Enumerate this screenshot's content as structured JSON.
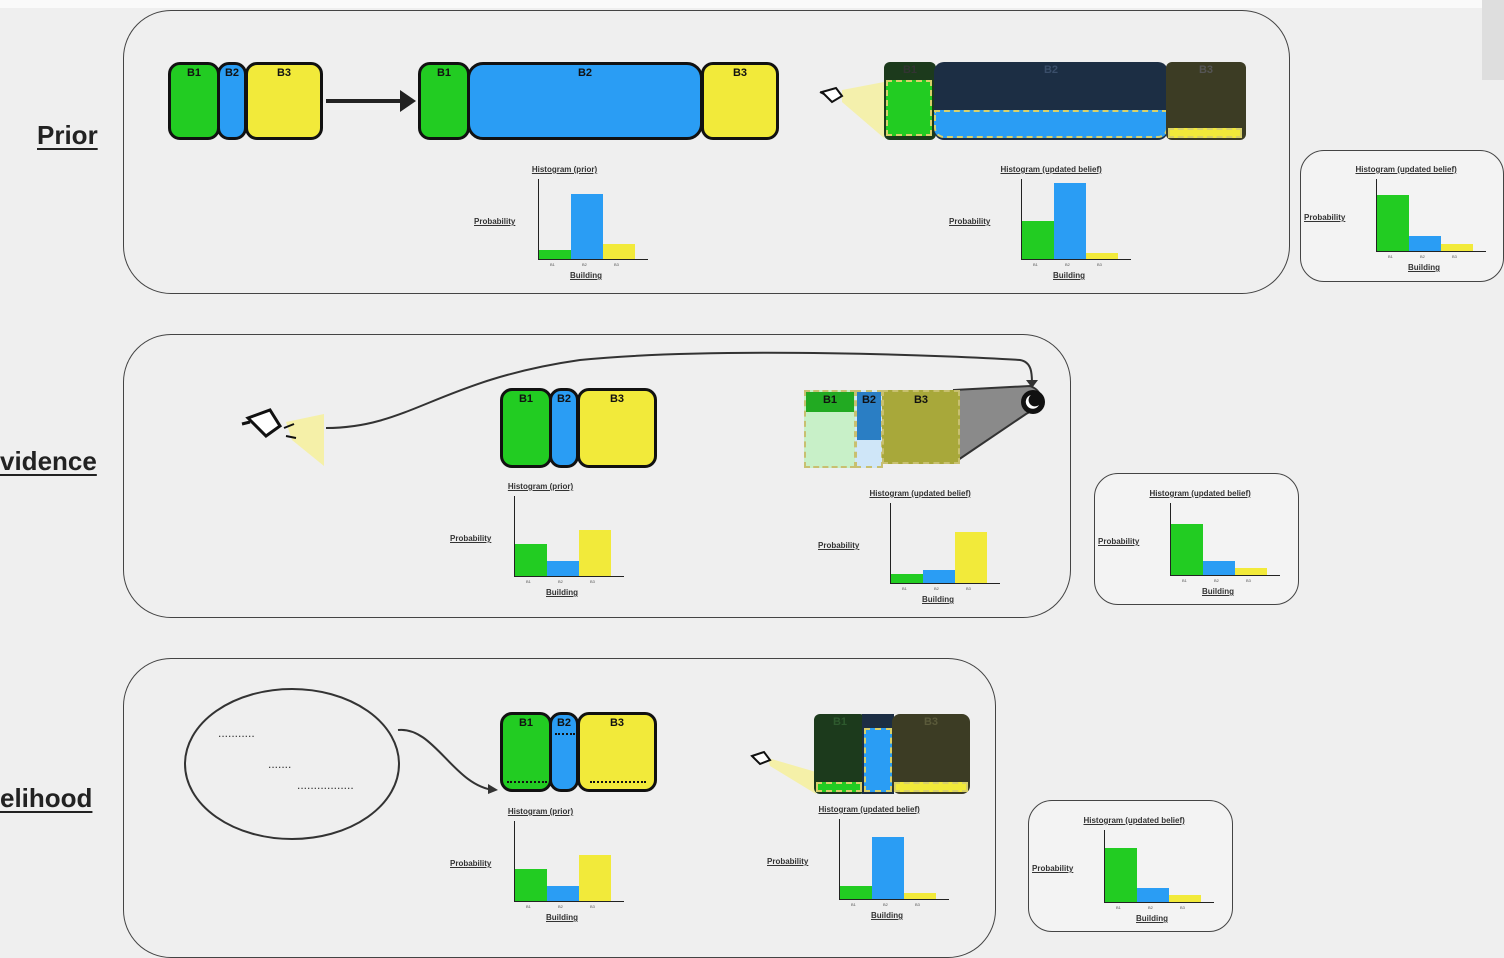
{
  "rows": {
    "prior": {
      "label": "Prior"
    },
    "evidence": {
      "label": "vidence"
    },
    "likelihood": {
      "label": "elihood"
    }
  },
  "blocks": {
    "b1": "B1",
    "b2": "B2",
    "b3": "B3"
  },
  "colors": {
    "b1": "#22cc22",
    "b2": "#2a9df4",
    "b3": "#f2ea3a",
    "panel_border": "#444444",
    "background": "#efefef"
  },
  "icons": [
    "flashlight-icon",
    "arrow-right-icon",
    "moon-icon",
    "thought-bubble-icon"
  ],
  "thought_bubble": {
    "line1": "...........",
    "line2": ".......",
    "line3": "................."
  },
  "histograms": [
    {
      "id": "prior-1",
      "title": "Histogram (prior)",
      "ylabel": "Probability",
      "xlabel": "Building",
      "ticks": [
        "B1",
        "B2",
        "B3"
      ],
      "values": [
        0.12,
        0.85,
        0.2
      ]
    },
    {
      "id": "prior-2",
      "title": "Histogram (updated belief)",
      "ylabel": "Probability",
      "xlabel": "Building",
      "ticks": [
        "B1",
        "B2",
        "B3"
      ],
      "values": [
        0.5,
        1.0,
        0.08
      ]
    },
    {
      "id": "prior-card",
      "title": "Histogram (updated belief)",
      "ylabel": "Probability",
      "xlabel": "Building",
      "ticks": [
        "B1",
        "B2",
        "B3"
      ],
      "values": [
        0.82,
        0.22,
        0.1
      ]
    },
    {
      "id": "evidence-1",
      "title": "Histogram (prior)",
      "ylabel": "Probability",
      "xlabel": "Building",
      "ticks": [
        "B1",
        "B2",
        "B3"
      ],
      "values": [
        0.42,
        0.2,
        0.6
      ]
    },
    {
      "id": "evidence-2",
      "title": "Histogram (updated belief)",
      "ylabel": "Probability",
      "xlabel": "Building",
      "ticks": [
        "B1",
        "B2",
        "B3"
      ],
      "values": [
        0.12,
        0.17,
        0.67
      ]
    },
    {
      "id": "evidence-card",
      "title": "Histogram (updated belief)",
      "ylabel": "Probability",
      "xlabel": "Building",
      "ticks": [
        "B1",
        "B2",
        "B3"
      ],
      "values": [
        0.75,
        0.2,
        0.1
      ]
    },
    {
      "id": "likelihood-1",
      "title": "Histogram (prior)",
      "ylabel": "Probability",
      "xlabel": "Building",
      "ticks": [
        "B1",
        "B2",
        "B3"
      ],
      "values": [
        0.42,
        0.2,
        0.6
      ]
    },
    {
      "id": "likelihood-2",
      "title": "Histogram (updated belief)",
      "ylabel": "Probability",
      "xlabel": "Building",
      "ticks": [
        "B1",
        "B2",
        "B3"
      ],
      "values": [
        0.17,
        0.82,
        0.08
      ]
    },
    {
      "id": "likelihood-card",
      "title": "Histogram (updated belief)",
      "ylabel": "Probability",
      "xlabel": "Building",
      "ticks": [
        "B1",
        "B2",
        "B3"
      ],
      "values": [
        0.8,
        0.2,
        0.1
      ]
    }
  ]
}
